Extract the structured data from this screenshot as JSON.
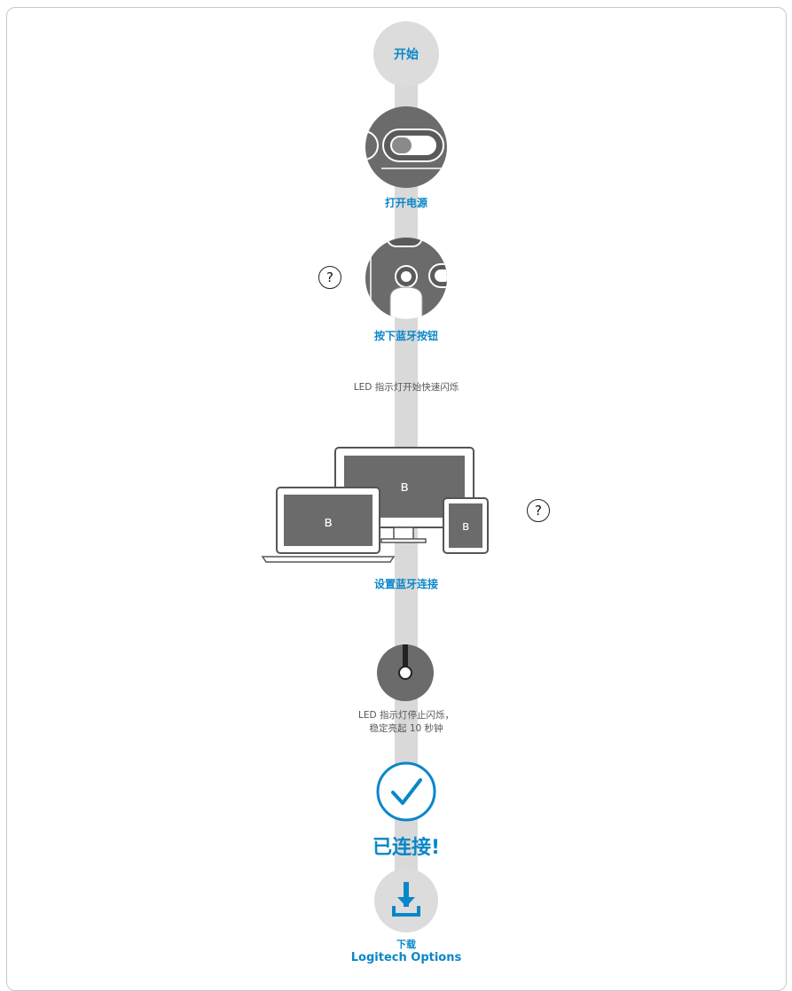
{
  "start": {
    "label": "开始"
  },
  "steps": [
    {
      "label": "打开电源",
      "icon": "power-switch-icon"
    },
    {
      "label": "按下蓝牙按钮",
      "icon": "bluetooth-button-icon",
      "help": "?"
    },
    {
      "note": "LED 指示灯开始快速闪烁"
    },
    {
      "label": "设置蓝牙连接",
      "icon": "devices-bluetooth-icon",
      "help": "?"
    },
    {
      "note_line1": "LED 指示灯停止闪烁，",
      "note_line2": "稳定亮起 10 秒钟",
      "icon": "led-indicator-icon"
    }
  ],
  "connected": {
    "label": "已连接!",
    "icon": "checkmark-icon"
  },
  "download": {
    "line1": "下载",
    "line2": "Logitech Options",
    "icon": "download-icon"
  },
  "colors": {
    "accent": "#0a87c8",
    "track": "#d9d9d9",
    "dark": "#6b6b6b"
  }
}
